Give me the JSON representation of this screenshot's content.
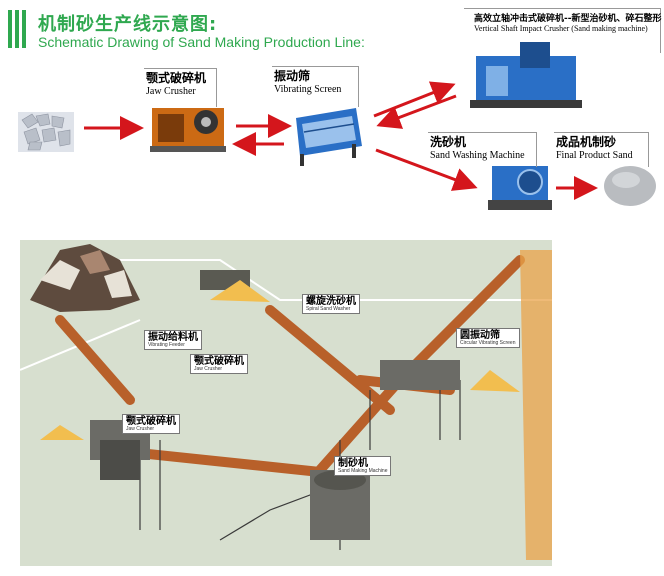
{
  "header": {
    "title_cn": "机制砂生产线示意图:",
    "title_en": "Schematic Drawing of Sand Making Production Line:"
  },
  "flow": {
    "jaw_crusher": {
      "cn": "颚式破碎机",
      "en": "Jaw Crusher"
    },
    "vibrating_screen": {
      "cn": "振动筛",
      "en": "Vibrating Screen"
    },
    "vsi_crusher": {
      "cn": "高效立轴冲击式破碎机--新型治砂机、碎石整形",
      "en": "Vertical Shaft Impact Crusher (Sand making machine)"
    },
    "sand_washer": {
      "cn": "洗砂机",
      "en": "Sand Washing Machine"
    },
    "final_sand": {
      "cn": "成品机制砂",
      "en": "Final Product Sand"
    }
  },
  "scene_tags": {
    "vibrating_feeder": {
      "cn": "振动给料机",
      "en": "Vibrating Feeder"
    },
    "jaw_crusher_1": {
      "cn": "颚式破碎机",
      "en": "Jaw Crusher"
    },
    "jaw_crusher_2": {
      "cn": "颚式破碎机",
      "en": "Jaw Crusher"
    },
    "spiral_washer": {
      "cn": "螺旋洗砂机",
      "en": "Spiral Sand Washer"
    },
    "circular_screen": {
      "cn": "圆振动筛",
      "en": "Circular Vibrating Screen"
    },
    "sand_maker": {
      "cn": "制砂机",
      "en": "Sand Making Machine"
    }
  },
  "colors": {
    "accent_green": "#2fa84f",
    "arrow_red": "#d4161c",
    "machine_blue": "#2a6fc6",
    "crusher_orange": "#e07a1a"
  }
}
